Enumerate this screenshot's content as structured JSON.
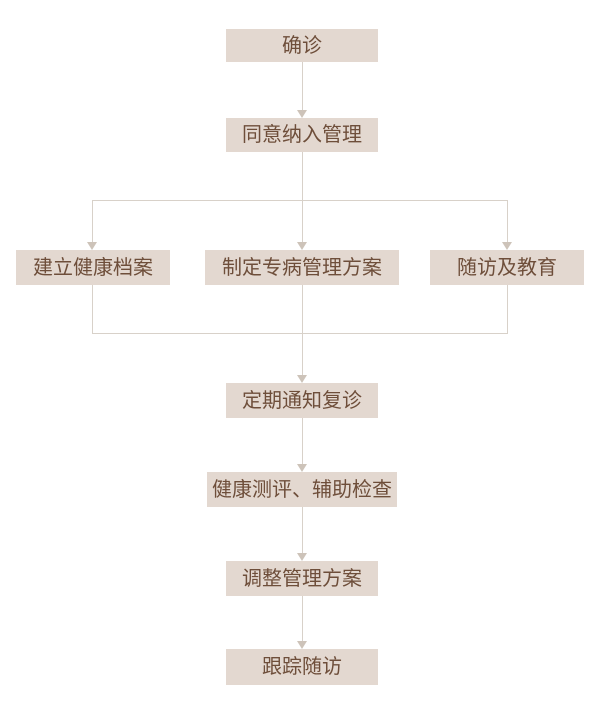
{
  "diagram": {
    "type": "flowchart",
    "background": "#ffffff",
    "colors": {
      "node_fill": "#e3d8d0",
      "node_text": "#6e4e3a",
      "connector_line": "#d8d1c9",
      "arrowhead": "#cdc3b9"
    },
    "nodes": [
      {
        "id": "confirm",
        "label": "确诊"
      },
      {
        "id": "agree",
        "label": "同意纳入管理"
      },
      {
        "id": "create-archive",
        "label": "建立健康档案"
      },
      {
        "id": "make-plan",
        "label": "制定专病管理方案"
      },
      {
        "id": "followup-education",
        "label": "随访及教育"
      },
      {
        "id": "notify-revisit",
        "label": "定期通知复诊"
      },
      {
        "id": "assessment-exam",
        "label": "健康测评、辅助检查"
      },
      {
        "id": "adjust-plan",
        "label": "调整管理方案"
      },
      {
        "id": "track-followup",
        "label": "跟踪随访"
      }
    ],
    "edges": [
      {
        "from": "确诊",
        "to": "同意纳入管理"
      },
      {
        "from": "同意纳入管理",
        "to": "建立健康档案"
      },
      {
        "from": "同意纳入管理",
        "to": "制定专病管理方案"
      },
      {
        "from": "同意纳入管理",
        "to": "随访及教育"
      },
      {
        "from": "建立健康档案",
        "to": "定期通知复诊"
      },
      {
        "from": "制定专病管理方案",
        "to": "定期通知复诊"
      },
      {
        "from": "随访及教育",
        "to": "定期通知复诊"
      },
      {
        "from": "定期通知复诊",
        "to": "健康测评、辅助检查"
      },
      {
        "from": "健康测评、辅助检查",
        "to": "调整管理方案"
      },
      {
        "from": "调整管理方案",
        "to": "跟踪随访"
      }
    ]
  }
}
